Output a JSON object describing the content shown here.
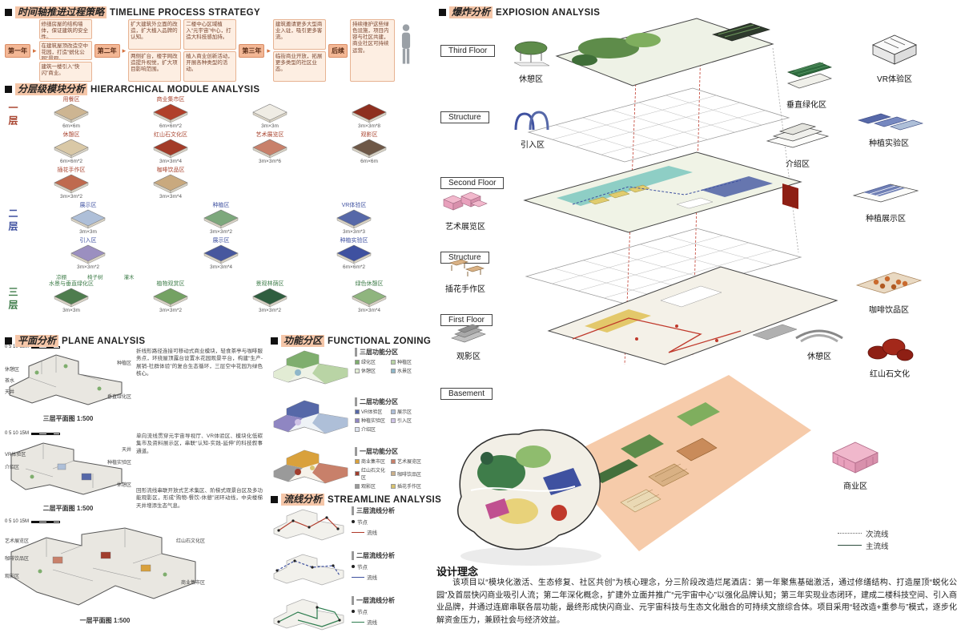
{
  "colors": {
    "header_highlight": "#f5c6a8",
    "card_bg": "#fdeee2",
    "floor1": "#a8432e",
    "floor2": "#3f51a0",
    "floor3": "#3f7d4a",
    "accent_red": "#c0392b",
    "basement_peach": "#f6cbaa"
  },
  "timeline": {
    "title_zh": "时间轴推进过程策略",
    "title_en": "TIMELINE PROCESS STRATEGY",
    "phases": [
      "第一年",
      "第二年",
      "第三年",
      "后续"
    ],
    "group_a": [
      "修缮房屋的结构墙体，保证建筑的安全性。",
      "在建筑屋顶改造空中花园，打造“蜕化公园”景观。",
      "建筑一楼引入“快闪”商业。"
    ],
    "group_b": [
      "扩大建筑外立面的改造，扩大植入品牌的认知。",
      "两侧扩台，楼宇网改造提升视觉，扩大项目影响范围。"
    ],
    "group_c": [
      "二楼中心区域植入“元宇宙”中心，打造大科技感加持。",
      "植入商业创新活动，开展各种类型的活动。"
    ],
    "group_d": [
      "建筑邀请更多大型商业入驻，吸引更多客流。",
      "临街商业开放，拓展更多类型的社区业态。"
    ],
    "group_e": [
      "持续维护这些绿色设施，项目内容与社区共建，商业社区可持续运营。"
    ]
  },
  "modules": {
    "title_zh": "分层级模块分析",
    "title_en": "HIERARCHICAL MODULE ANALYSIS",
    "floor1": {
      "label": "一层",
      "items": [
        {
          "name": "用餐区",
          "dim": "6m×6m"
        },
        {
          "name": "商业集市区",
          "dim": "6m×6m*2"
        },
        {
          "name": "",
          "dim": "3m×3m"
        },
        {
          "name": "",
          "dim": "3m×3m*8"
        },
        {
          "name": "休憩区",
          "dim": "6m×6m*2"
        },
        {
          "name": "红山石文化区",
          "dim": "3m×3m*4"
        },
        {
          "name": "艺术展览区",
          "dim": "3m×3m*6"
        },
        {
          "name": "观影区",
          "dim": "6m×6m"
        },
        {
          "name": "插花手作区",
          "dim": "3m×3m*2"
        },
        {
          "name": "咖啡饮品区",
          "dim": "3m×3m*4"
        }
      ]
    },
    "floor2": {
      "label": "二层",
      "items": [
        {
          "name": "展示区",
          "dim": "3m×3m"
        },
        {
          "name": "种植区",
          "dim": "3m×3m*2"
        },
        {
          "name": "VR体验区",
          "dim": "3m×3m*3"
        },
        {
          "name": "引入区",
          "dim": "3m×3m*2"
        },
        {
          "name": "展示区",
          "dim": "3m×3m*4"
        },
        {
          "name": "种植实验区",
          "dim": "6m×6m*2"
        }
      ]
    },
    "floor3": {
      "label": "三层",
      "annotations": [
        "凉棚",
        "椅子树",
        "灌木"
      ],
      "items": [
        {
          "name": "水景与垂直绿化区",
          "dim": "3m×3m"
        },
        {
          "name": "植物观赏区",
          "dim": "3m×3m*2"
        },
        {
          "name": "景观林荫区",
          "dim": "3m×3m*2"
        },
        {
          "name": "绿色休憩区",
          "dim": "3m×3m*4"
        }
      ]
    }
  },
  "plane": {
    "title_zh": "平面分析",
    "title_en": "PLANE ANALYSIS",
    "scale": "0 5 10 15M",
    "para1": "折线形路径连接可移动式商业模块，轻食茶亭与咖啡服务点，环绕屋顶露台设置水花园观景平台，构建“生产-展销-社群体验”的复合生态循环，三层空中花园为绿色核心。",
    "para2": "单向流线贯穿元宇宙导视厅、VR体验区、模块化低碳集市及资料展示区，串联“认知-实践-延伸”的科技叙事通道。",
    "para3": "回形流线串联开放式艺术集区、阶梯式观景台区及多功能观影区，形成“购物-餐饮-休憩”闭环动线，中央楼梯天井增添生态气息。",
    "plan3": {
      "caption": "三层平面图 1:500",
      "labels": [
        "休憩区",
        "茶水",
        "天井",
        "种植区",
        "垂直绿化区"
      ]
    },
    "plan2": {
      "caption": "二层平面图 1:500",
      "labels": [
        "VR体验区",
        "介绍区",
        "天井",
        "种植实验区",
        "休憩区"
      ]
    },
    "plan1": {
      "caption": "一层平面图 1:500",
      "labels": [
        "艺术展览区",
        "咖啡饮品区",
        "观影区",
        "红山石文化区",
        "商业集市区"
      ]
    }
  },
  "zoning": {
    "title_zh": "功能分区",
    "title_en": "FUNCTIONAL ZONING",
    "scale": "0 5 10 15M",
    "f3": {
      "title": "三层功能分区",
      "legend": [
        {
          "label": "绿化区",
          "style": "background:#7fae6e"
        },
        {
          "label": "种植区",
          "style": "background:#b9d4a5"
        },
        {
          "label": "休憩区",
          "style": "background:#e2ecd4"
        },
        {
          "label": "水景区",
          "style": "background:#8fb7c9"
        }
      ]
    },
    "f2": {
      "title": "二层功能分区",
      "legend": [
        {
          "label": "VR体验区",
          "style": "background:#5668a8"
        },
        {
          "label": "展示区",
          "style": "background:#aebfd8"
        },
        {
          "label": "种植实验区",
          "style": "background:#8f86c2"
        },
        {
          "label": "引入区",
          "style": "background:#cfc3e6"
        },
        {
          "label": "介绍区",
          "style": "background:#dde3f0"
        }
      ]
    },
    "f1": {
      "title": "一层功能分区",
      "legend": [
        {
          "label": "商业集市区",
          "style": "background:#d9a13c"
        },
        {
          "label": "艺术展览区",
          "style": "background:#c8806a"
        },
        {
          "label": "红山石文化区",
          "style": "background:#a13d2d"
        },
        {
          "label": "咖啡饮品区",
          "style": "background:#cbb08a"
        },
        {
          "label": "观影区",
          "style": "background:#9a9a9a"
        },
        {
          "label": "插花手作区",
          "style": "background:#d8c36e"
        }
      ]
    }
  },
  "streamline": {
    "title_zh": "流线分析",
    "title_en": "STREAMLINE ANALYSIS",
    "items": [
      "三层流线分析",
      "二层流线分析",
      "一层流线分析"
    ],
    "legend_node": "节点",
    "legend_flow": "流线"
  },
  "explosion": {
    "title_zh": "爆炸分析",
    "title_en": "EXPIOSION ANALYSIS",
    "floors": [
      "Third Floor",
      "Structure",
      "Second Floor",
      "Structure",
      "First Floor",
      "Basement"
    ],
    "left_zones": [
      "休憩区",
      "引入区",
      "艺术展览区",
      "插花手作区",
      "观影区"
    ],
    "right_zones": [
      "VR体验区",
      "垂直绿化区",
      "种植实验区",
      "介绍区",
      "种植展示区",
      "咖啡饮品区",
      "休憩区",
      "红山石文化",
      "商业区"
    ],
    "legend": [
      "次流线",
      "主流线"
    ]
  },
  "concept": {
    "title": "设计理念",
    "body": "该项目以“模块化激活、生态修复、社区共创”为核心理念，分三阶段改造烂尾酒店：第一年聚焦基础激活，通过修缮结构、打造屋顶“蜕化公园”及首层快闪商业吸引人流；第二年深化概念，扩建外立面并推广“元宇宙中心”以强化品牌认知；第三年实现业态闭环，建成二楼科技空间、引入商业品牌，并通过连廊串联各层功能，最终形成快闪商业、元宇宙科技与生态文化融合的可持续文旅综合体。项目采用“轻改造+重参与”模式，逐步化解资金压力，兼顾社会与经济效益。"
  }
}
